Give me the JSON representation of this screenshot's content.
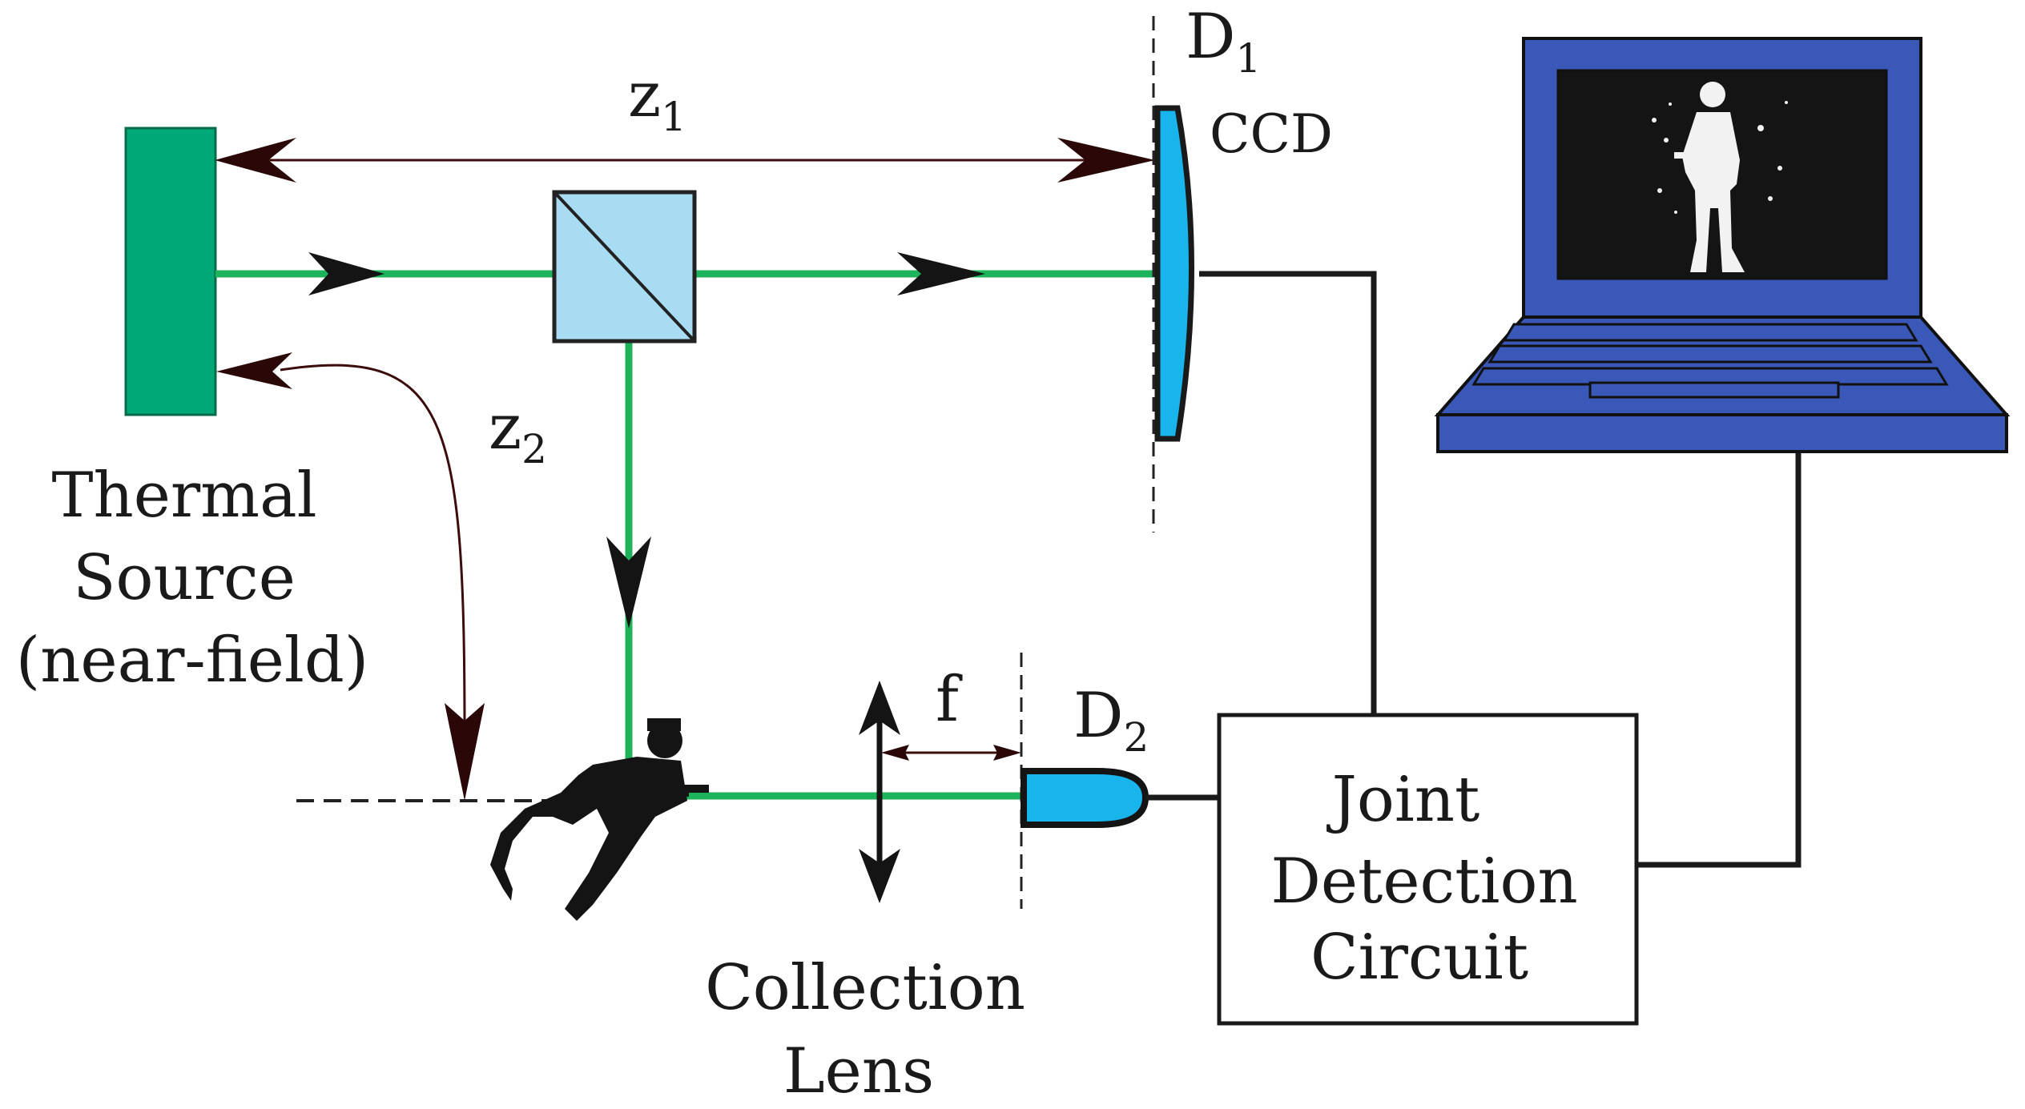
{
  "labels": {
    "z1": "z",
    "z1_sub": "1",
    "z2": "z",
    "z2_sub": "2",
    "d1": "D",
    "d1_sub": "1",
    "ccd": "CCD",
    "thermal_source": [
      "Thermal",
      "Source",
      "(near-field)"
    ],
    "f": "f",
    "d2": "D",
    "d2_sub": "2",
    "collection_lens": [
      "Collection",
      "Lens"
    ],
    "joint_detection": [
      "Joint",
      "Detection",
      "Circuit"
    ]
  },
  "colors": {
    "beam": "#1db35a",
    "source": "#00a877",
    "splitter": "#a8dcf2",
    "detector": "#18b4ec",
    "laptop": "#3a58b8",
    "screen": "#141414",
    "wire": "#1a1a1a",
    "arrow_dark": "#3a0c0c"
  }
}
